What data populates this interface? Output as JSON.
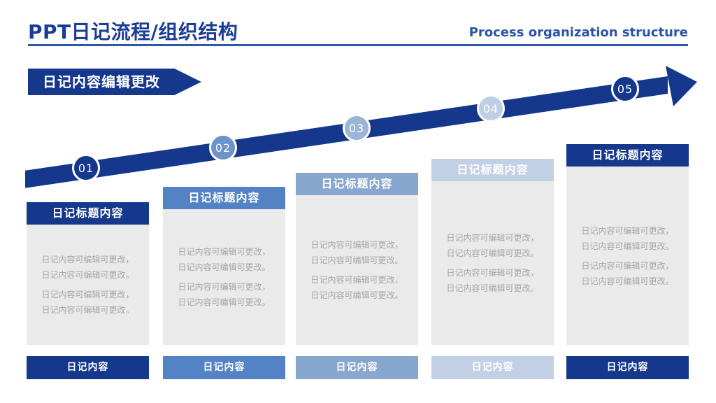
{
  "header": {
    "title": "PPT日记流程/组织结构",
    "subtitle": "Process organization structure"
  },
  "ribbon": {
    "label": "日记内容编辑更改"
  },
  "colors": {
    "navy": "#15388C",
    "divider_blue": "#2E57A9",
    "subtitle_blue": "#2D53A6",
    "card_body_bg": "#EAEAEA",
    "body_text_gray": "#A5A5A5"
  },
  "steps": [
    {
      "number": "01",
      "title": "日记标题内容",
      "footer": "日记内容",
      "accent": "#15388C",
      "circle_color": "#15388C",
      "body": [
        "日记内容可编辑可更改，",
        "日记内容可编辑可更改。",
        "日记内容可编辑可更改，",
        "日记内容可编辑可更改。"
      ]
    },
    {
      "number": "02",
      "title": "日记标题内容",
      "footer": "日记内容",
      "accent": "#5483C5",
      "circle_color": "#6C93CA",
      "body": [
        "日记内容可编辑可更改，",
        "日记内容可编辑可更改。",
        "日记内容可编辑可更改，",
        "日记内容可编辑可更改。"
      ]
    },
    {
      "number": "03",
      "title": "日记标题内容",
      "footer": "日记内容",
      "accent": "#88A7CE",
      "circle_color": "#9CB5D6",
      "body": [
        "日记内容可编辑可更改，",
        "日记内容可编辑可更改。",
        "日记内容可编辑可更改，",
        "日记内容可编辑可更改。"
      ]
    },
    {
      "number": "04",
      "title": "日记标题内容",
      "footer": "日记内容",
      "accent": "#C2D0E6",
      "circle_color": "#C0CEE5",
      "body": [
        "日记内容可编辑可更改，",
        "日记内容可编辑可更改。",
        "日记内容可编辑可更改，",
        "日记内容可编辑可更改。"
      ]
    },
    {
      "number": "05",
      "title": "日记标题内容",
      "footer": "日记内容",
      "accent": "#15388C",
      "circle_color": "#15388C",
      "body": [
        "日记内容可编辑可更改，",
        "日记内容可编辑可更改。",
        "日记内容可编辑可更改，",
        "日记内容可编辑可更改。"
      ]
    }
  ]
}
